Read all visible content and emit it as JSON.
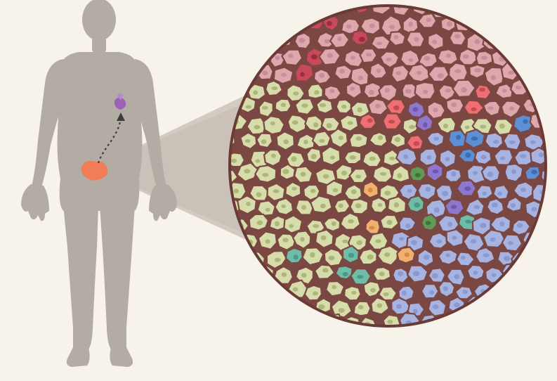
{
  "illustration": {
    "background": "#f8f3ea",
    "body_color": "#b3aca4",
    "zoom_beam_color": "#8e8277",
    "primary_tumor_color": "#f17c55",
    "metastasis_color": "#9a63b8",
    "arrow_color": "#3d3d3d",
    "tissue_border_color": "#6a3b36",
    "cell_populations": [
      {
        "name": "pink",
        "fill": "#dea7ad",
        "nucleus": "#c98c99"
      },
      {
        "name": "dark-red",
        "fill": "#c8495a",
        "nucleus": "#9a2e40"
      },
      {
        "name": "coral",
        "fill": "#ef6e72",
        "nucleus": "#c24b57"
      },
      {
        "name": "olive-green",
        "fill": "#d6dcaa",
        "nucleus": "#aeb67a"
      },
      {
        "name": "periwinkle-blue",
        "fill": "#a7b4e1",
        "nucleus": "#8a99cf"
      },
      {
        "name": "steel-blue",
        "fill": "#5c8fd3",
        "nucleus": "#3e6eb2"
      },
      {
        "name": "violet",
        "fill": "#8e77cf",
        "nucleus": "#6e59af"
      },
      {
        "name": "orange",
        "fill": "#f2b06e",
        "nucleus": "#d88b49"
      },
      {
        "name": "teal",
        "fill": "#6fbca8",
        "nucleus": "#4b9a86"
      },
      {
        "name": "green",
        "fill": "#5f9a58",
        "nucleus": "#3d7538"
      }
    ]
  }
}
